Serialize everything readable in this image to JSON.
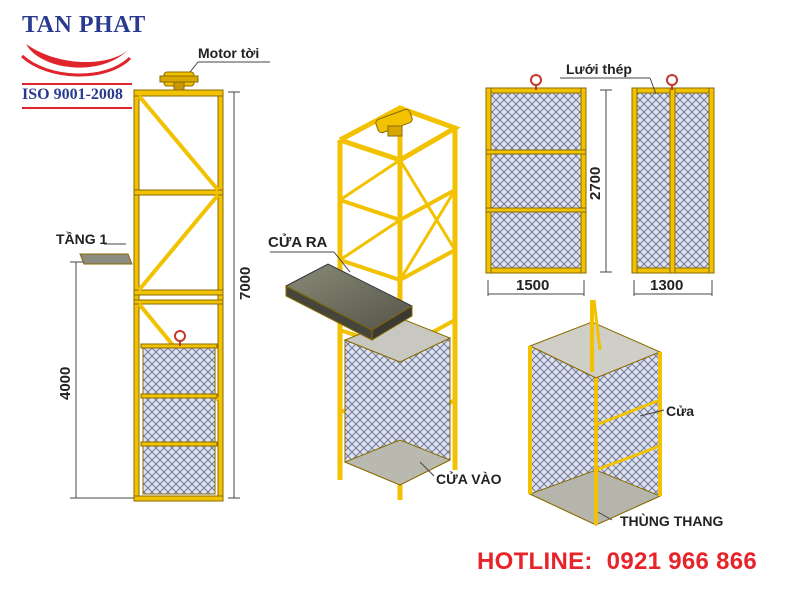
{
  "logo": {
    "brand": "TAN PHAT",
    "iso": "ISO 9001-2008",
    "colors": {
      "blue": "#2a3b8f",
      "red": "#e0242b"
    }
  },
  "labels": {
    "motor": "Motor tời",
    "floor": "TẦNG 1",
    "exit_door": "CỬA RA",
    "entry_door": "CỬA VÀO",
    "steel_mesh": "Lưới thép",
    "door": "Cửa",
    "cage": "THÙNG THANG"
  },
  "dimensions": {
    "total_height": "7000",
    "floor_height": "4000",
    "cage_height": "2700",
    "cage_width": "1500",
    "cage_depth": "1300"
  },
  "hotline": {
    "label": "HOTLINE:",
    "number": "0921 966 866"
  },
  "colors": {
    "frame": "#f2c200",
    "frame_stroke": "#8a6a00",
    "mesh": "#aab0c8",
    "hotline": "#e8242b"
  }
}
